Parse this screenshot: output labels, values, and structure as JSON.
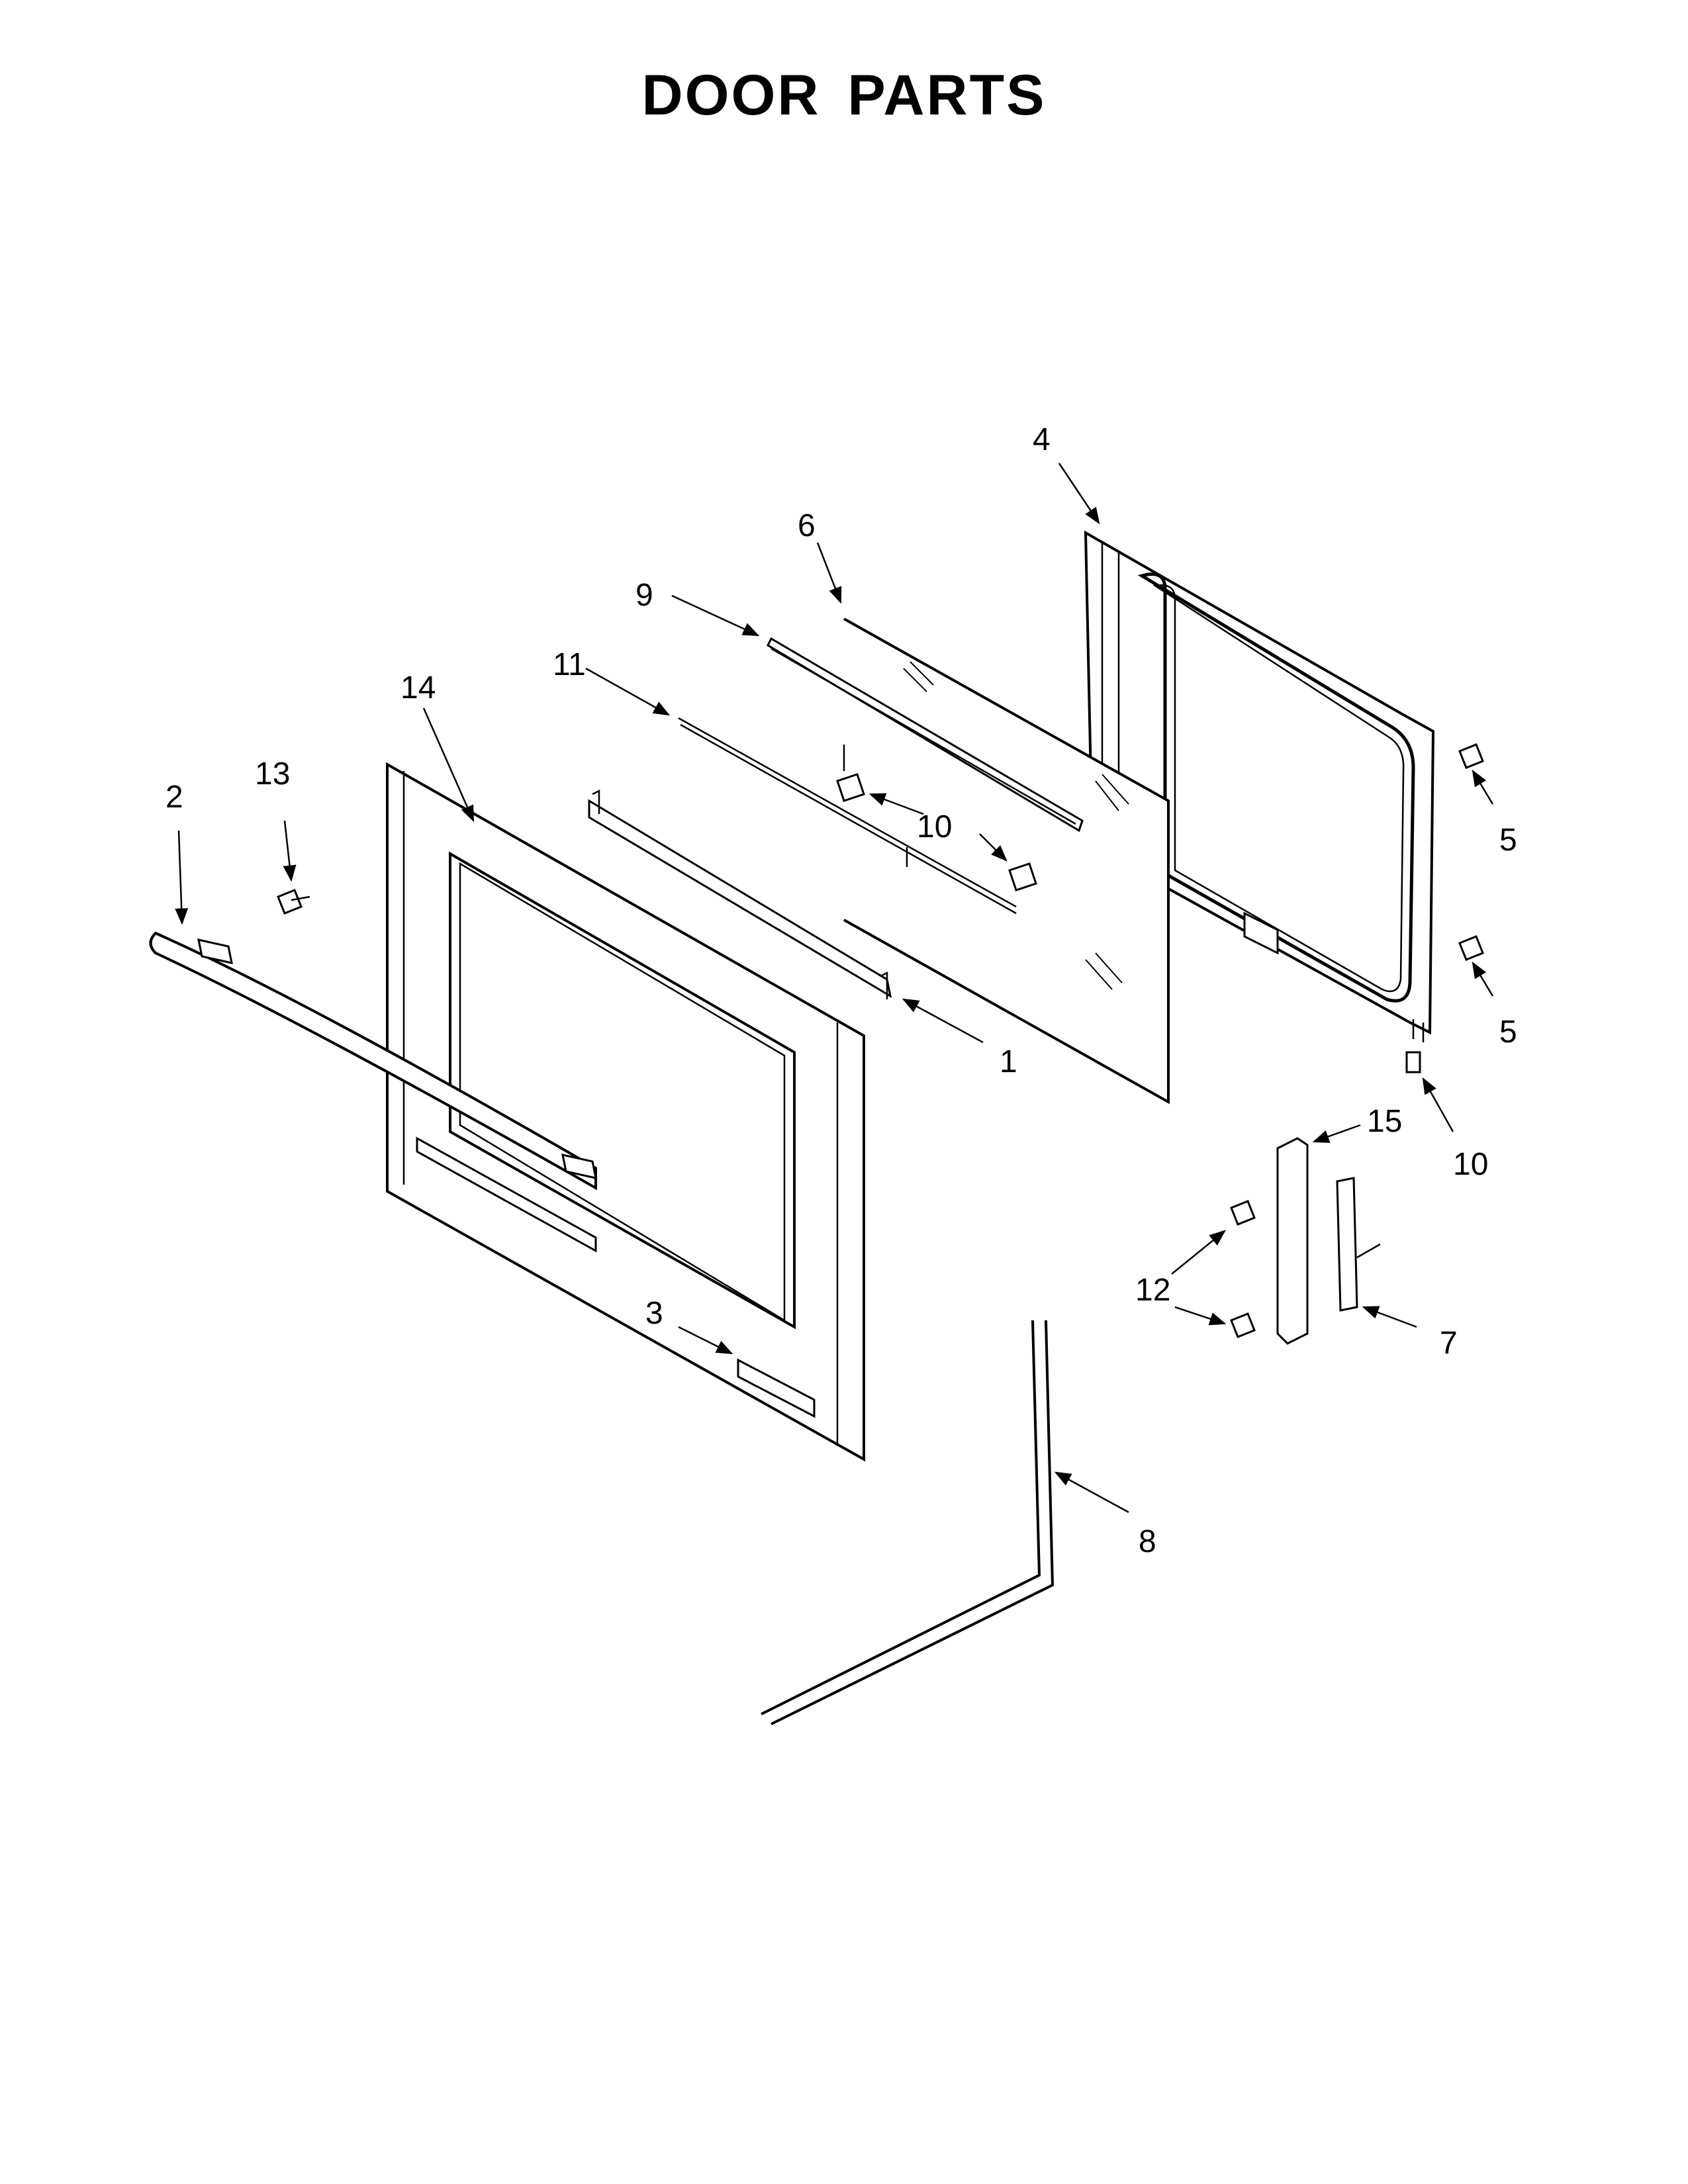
{
  "title": "DOOR PARTS",
  "callouts": {
    "c1": "1",
    "c2": "2",
    "c3": "3",
    "c4": "4",
    "c5a": "5",
    "c5b": "5",
    "c6": "6",
    "c7": "7",
    "c8": "8",
    "c9": "9",
    "c10a": "10",
    "c10b": "10",
    "c11": "11",
    "c12": "12",
    "c13": "13",
    "c14": "14",
    "c15": "15"
  }
}
